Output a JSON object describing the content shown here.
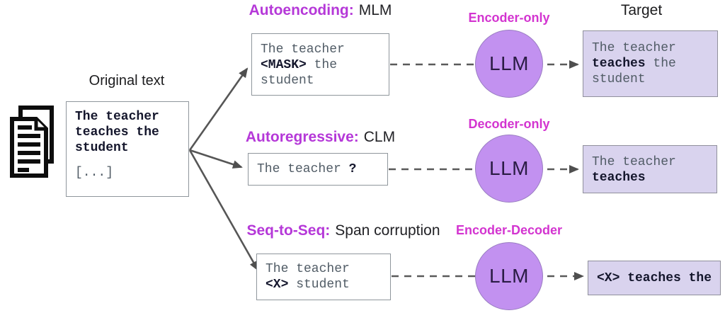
{
  "original": {
    "title": "Original text",
    "line1": "The teacher",
    "line2": "teaches the",
    "line3": "student",
    "ellipsis": "[...]"
  },
  "target_title": "Target",
  "rows": [
    {
      "method": "Autoencoding:",
      "objective": "MLM",
      "arch": "Encoder-only",
      "llm": "LLM",
      "input": {
        "l1": "The teacher",
        "l2_bold": "<MASK>",
        "l2_rest": " the",
        "l3": "student"
      },
      "target": {
        "l1": "The teacher",
        "l2_bold": "teaches",
        "l2_rest": " the",
        "l3": "student"
      }
    },
    {
      "method": "Autoregressive:",
      "objective": "CLM",
      "arch": "Decoder-only",
      "llm": "LLM",
      "input": {
        "l1": "The teacher ",
        "l1_bold": "?"
      },
      "target": {
        "l1": "The teacher",
        "l2_bold": "teaches"
      }
    },
    {
      "method": "Seq-to-Seq:",
      "objective": "Span corruption",
      "arch": "Encoder-Decoder",
      "llm": "LLM",
      "input": {
        "l1": "The teacher",
        "l2_bold": "<X>",
        "l2_rest": " student"
      },
      "target": {
        "l1_bold": "<X> teaches the"
      }
    }
  ],
  "colors": {
    "method_label": "#b538d8",
    "arch_label": "#d334d0",
    "circle_fill": "#c291f0",
    "target_box_fill": "#d9d3ee",
    "mono_gray": "#515c66",
    "mono_dark": "#14162c",
    "arrow": "#565656"
  }
}
